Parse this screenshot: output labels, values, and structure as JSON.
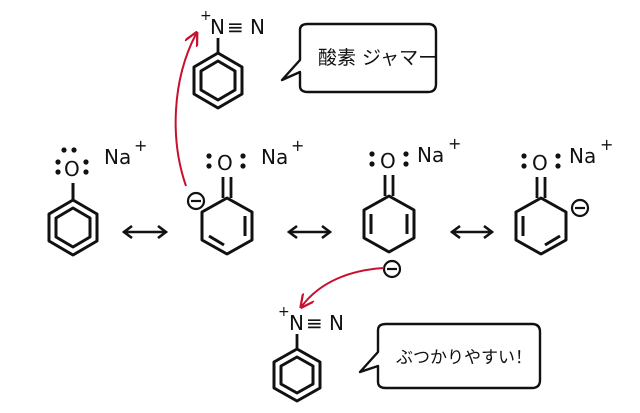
{
  "cation_label": "Na",
  "cation_charge": "+",
  "oxygen_symbol": "O",
  "negative_charge": "−",
  "diazonium": {
    "plus": "+",
    "n1": "N",
    "triple": "≡",
    "n2": "N"
  },
  "arrow_double": "↔",
  "speech_top": "酸素 ジャマー",
  "speech_bottom": "ぶつかりやすい！",
  "colors": {
    "ink": "#111111",
    "arrow_red": "#c8102e"
  }
}
